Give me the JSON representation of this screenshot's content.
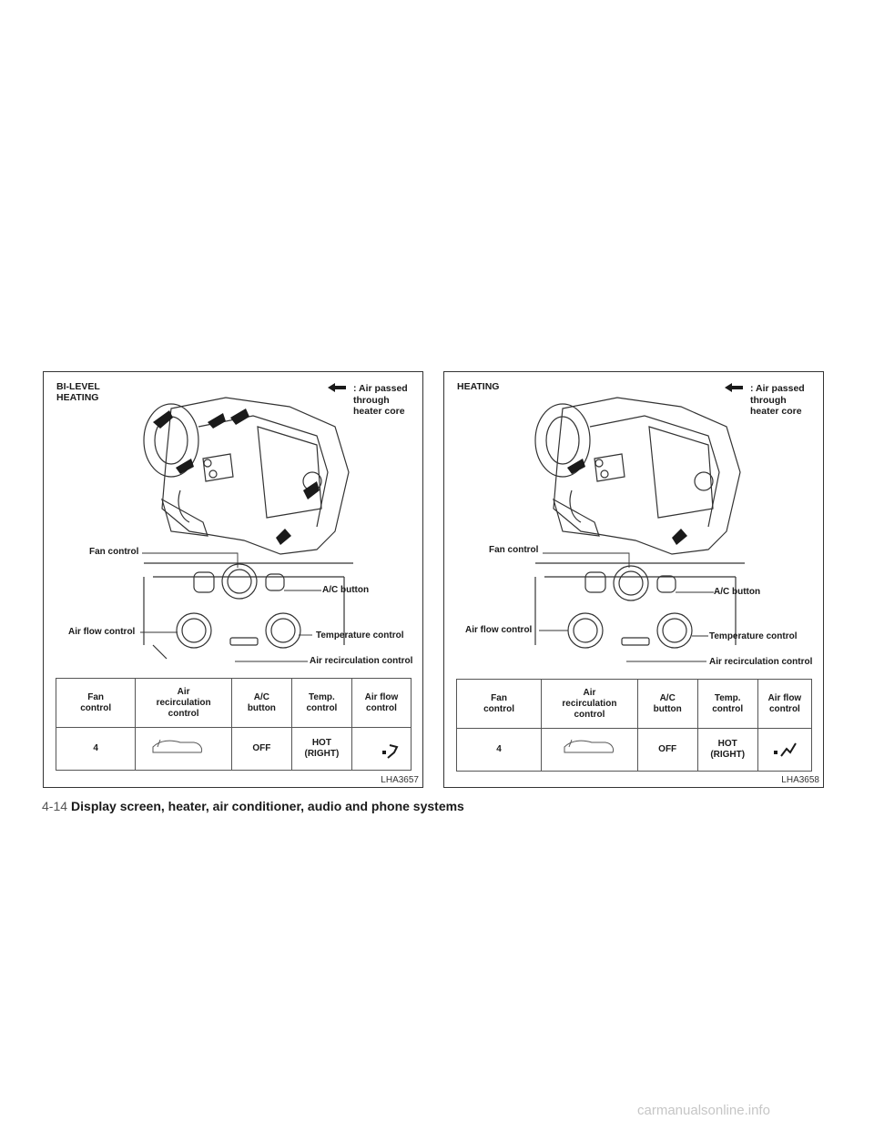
{
  "panels": [
    {
      "title": "BI-LEVEL\nHEATING",
      "legend": ": Air passed\n  through\n  heater core",
      "callouts": {
        "fan_control": "Fan control",
        "ac_button": "A/C button",
        "air_flow_control": "Air flow control",
        "temperature_control": "Temperature control",
        "air_recirculation_control": "Air recirculation control"
      },
      "table": {
        "headers": [
          "Fan\ncontrol",
          "Air\nrecirculation\ncontrol",
          "A/C\nbutton",
          "Temp.\ncontrol",
          "Air flow\ncontrol"
        ],
        "row": [
          "4",
          "",
          "OFF",
          "HOT\n(RIGHT)",
          ""
        ]
      },
      "code": "LHA3657",
      "icons": {
        "recirc": "car-recirculation-icon",
        "airflow": "bi-level-airflow-icon"
      }
    },
    {
      "title": "HEATING",
      "legend": ": Air passed\n  through\n  heater core",
      "callouts": {
        "fan_control": "Fan control",
        "ac_button": "A/C button",
        "air_flow_control": "Air flow control",
        "temperature_control": "Temperature control",
        "air_recirculation_control": "Air recirculation control"
      },
      "table": {
        "headers": [
          "Fan\ncontrol",
          "Air\nrecirculation\ncontrol",
          "A/C\nbutton",
          "Temp.\ncontrol",
          "Air flow\ncontrol"
        ],
        "row": [
          "4",
          "",
          "OFF",
          "HOT\n(RIGHT)",
          ""
        ]
      },
      "code": "LHA3658",
      "icons": {
        "recirc": "car-recirculation-icon",
        "airflow": "foot-airflow-icon"
      }
    }
  ],
  "footer": {
    "page_number": "4-14",
    "section_title": "Display screen, heater, air conditioner, audio and phone systems"
  },
  "watermark": "carmanualsonline.info",
  "colors": {
    "line": "#333333",
    "arrow": "#1a1a1a",
    "text": "#1a1a1a"
  }
}
